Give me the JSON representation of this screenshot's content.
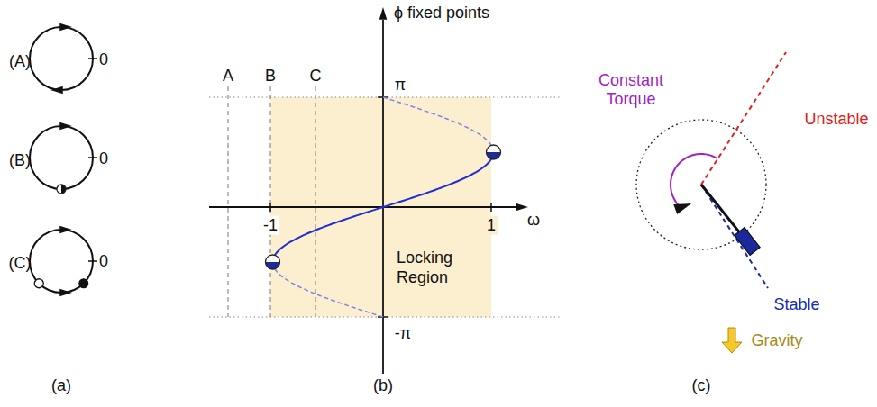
{
  "diagram": {
    "nodes": [
      {
        "text": [
          "Locking Region"
        ]
      }
    ],
    "labels": [
      "(A)",
      "0",
      "(B)",
      "0",
      "(C)",
      "0",
      "(a)",
      "ϕ fixed points",
      "π",
      "A",
      "B",
      "C",
      "-1",
      "1",
      "ω",
      "-π",
      "(b)",
      "Constant Torque",
      "Unstable",
      "Stable",
      "Gravity",
      "(c)"
    ]
  }
}
